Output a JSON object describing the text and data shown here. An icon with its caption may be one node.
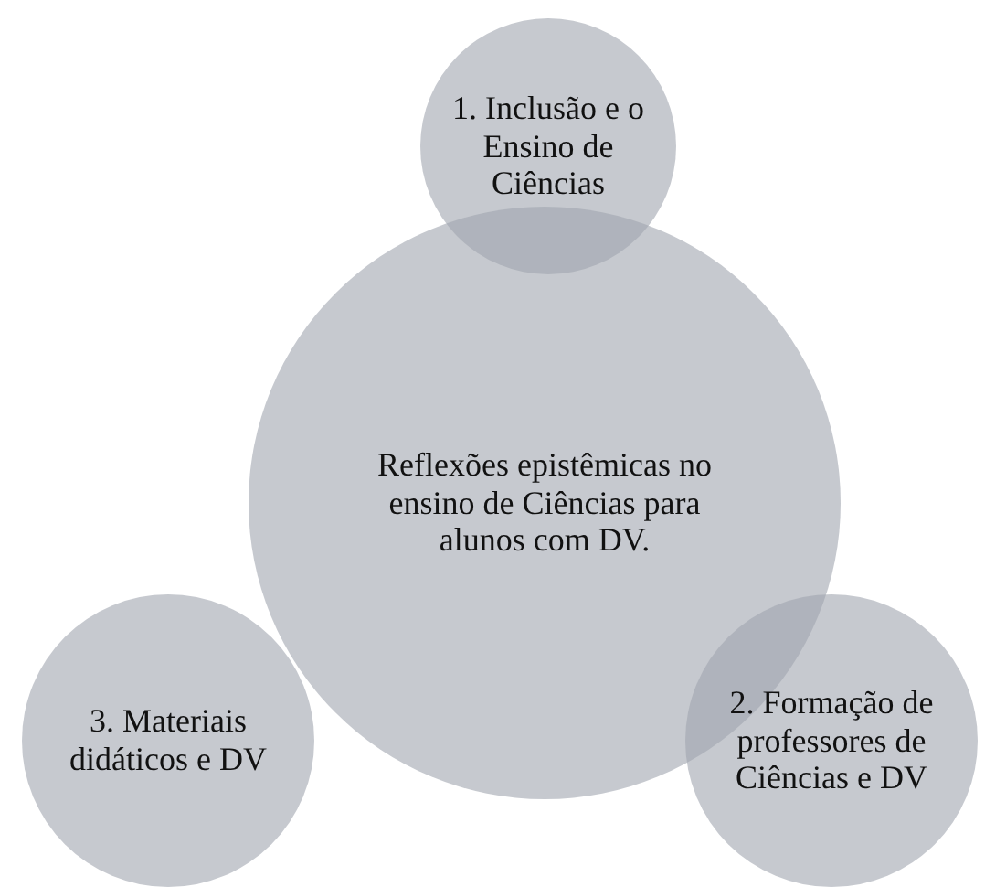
{
  "diagram": {
    "nodes": [
      {
        "text": [
          "1. Inclusão e o Ensino de Ciências"
        ]
      },
      {
        "text": [
          "Reflexões epistêmicas no ensino de Ciências para alunos com DV."
        ]
      },
      {
        "text": [
          "3. Materiais didáticos e DV"
        ]
      },
      {
        "text": [
          "2. Formação de professores de Ciências e DV"
        ]
      }
    ]
  }
}
